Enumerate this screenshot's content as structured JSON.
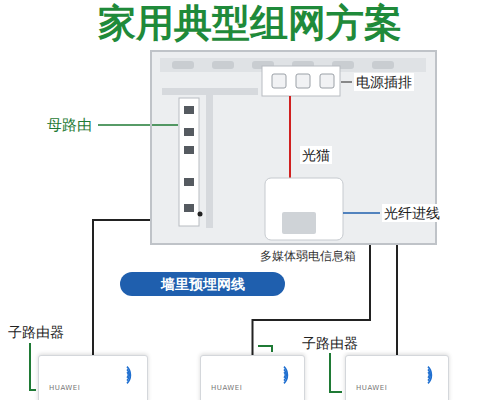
{
  "diagram": {
    "title": "家用典型组网方案",
    "nodes": [
      {
        "text": [
          "多媒体弱电信息箱"
        ]
      },
      {
        "text": [
          "墙里预埋网线"
        ]
      },
      {
        "text": [
          "HUAWEI"
        ]
      },
      {
        "text": [
          "HUAWEI"
        ]
      },
      {
        "text": [
          "HUAWEI"
        ]
      }
    ],
    "edges": [
      {
        "from": 0,
        "to": 2,
        "arrow": "none"
      },
      {
        "from": 0,
        "to": 3,
        "arrow": "none"
      },
      {
        "from": 0,
        "to": 4,
        "arrow": "none"
      }
    ],
    "labels": [
      "母路由",
      "电源插排",
      "光猫",
      "光纤进线",
      "子路由器",
      "子路由器"
    ]
  }
}
